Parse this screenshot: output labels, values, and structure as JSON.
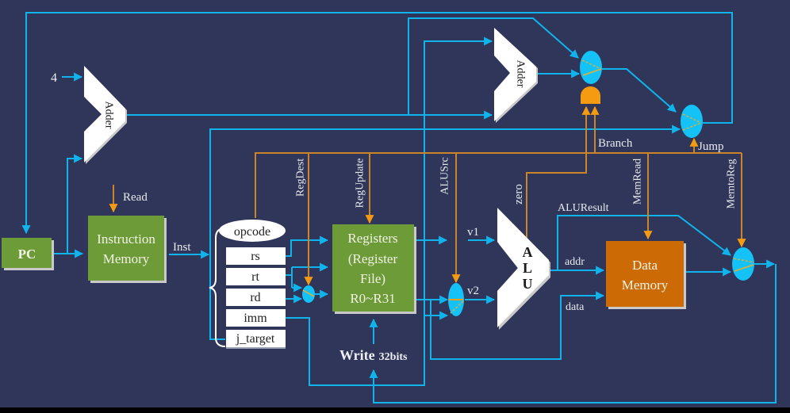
{
  "colors": {
    "background": "#2f3659",
    "datapath_wire": "#10b4ec",
    "control_wire": "#c98528",
    "control_arrow": "#f59b12",
    "block_green": "#6c9b37",
    "data_memory": "#cc6a05",
    "mux": "#14c2f7"
  },
  "blocks": {
    "pc": {
      "label": "PC"
    },
    "instruction_memory": {
      "lines": [
        "Instruction",
        "Memory"
      ]
    },
    "registers": {
      "lines": [
        "Registers",
        "(Register",
        "File)",
        "R0~R31"
      ]
    },
    "data_memory": {
      "lines": [
        "Data",
        "Memory"
      ]
    },
    "adder_pc": {
      "label": "Adder"
    },
    "adder_branch": {
      "label": "Adder"
    },
    "alu": {
      "letters": [
        "A",
        "L",
        "U"
      ]
    }
  },
  "instruction_fields": [
    {
      "label": "opcode"
    },
    {
      "label": "rs"
    },
    {
      "label": "rt"
    },
    {
      "label": "rd"
    },
    {
      "label": "imm"
    },
    {
      "label": "j_target"
    }
  ],
  "signals": {
    "constant_four": "4",
    "read": "Read",
    "inst": "Inst",
    "v1": "v1",
    "v2": "v2",
    "alu_result": "ALUResult",
    "addr": "addr",
    "data": "data",
    "write_label": "Write",
    "write_width": "32bits"
  },
  "control_signals": {
    "reg_dest": "RegDest",
    "reg_update": "RegUpdate",
    "alu_src": "ALUSrc",
    "zero": "zero",
    "branch": "Branch",
    "jump": "Jump",
    "mem_read": "MemRead",
    "memto_reg": "MemtoReg"
  }
}
